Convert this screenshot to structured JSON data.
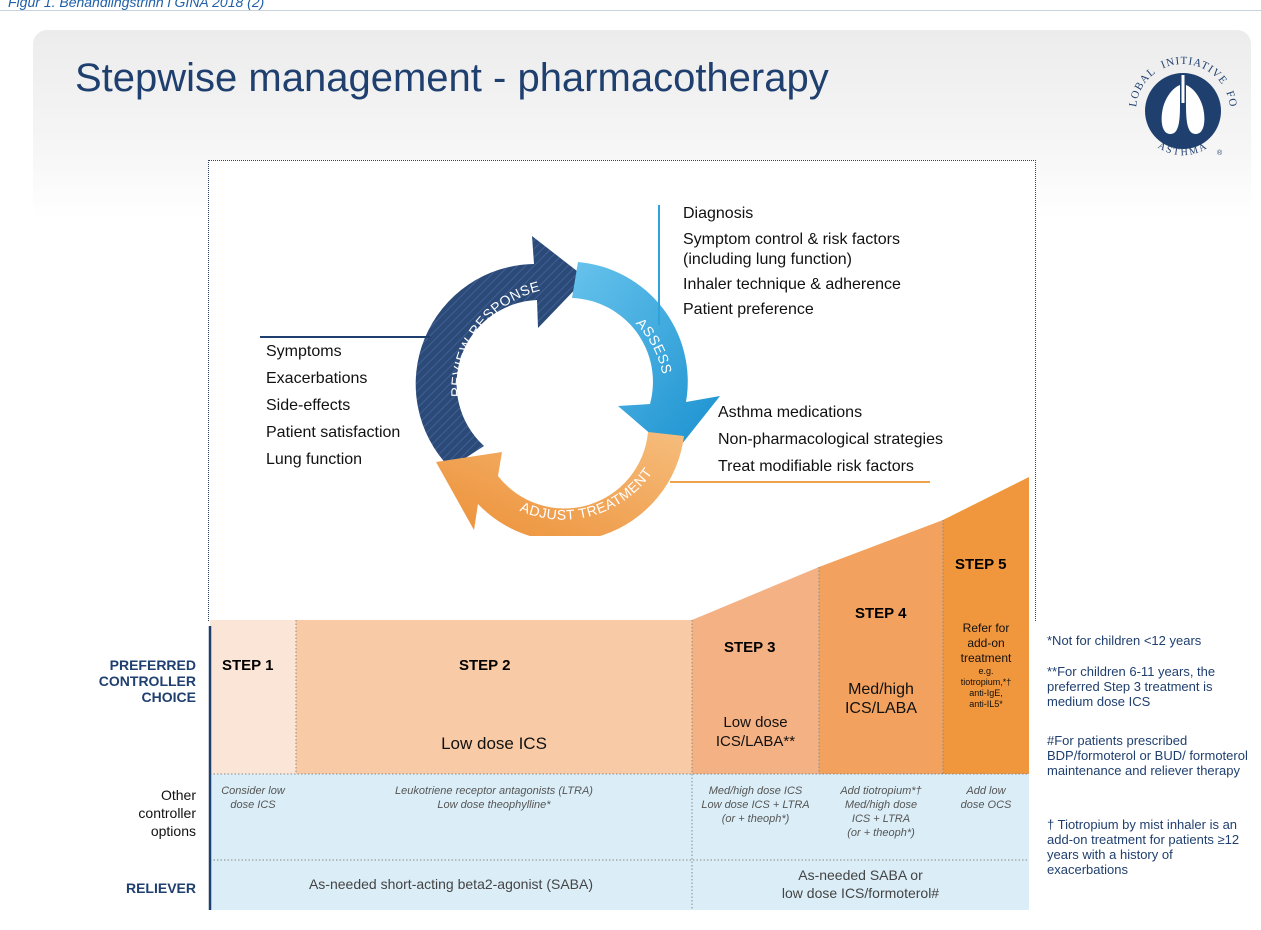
{
  "caption": "Figur 1. Behandlingstrinn i GINA 2018 (2)",
  "title": "Stepwise management - pharmacotherapy",
  "logo": {
    "top": "INITIATIVE",
    "left": "GLOBAL",
    "right": "FOR",
    "bottom": "ASTHMA",
    "mark": "®"
  },
  "cycle": {
    "review": "REVIEW RESPONSE",
    "assess": "ASSESS",
    "adjust": "ADJUST TREATMENT"
  },
  "assess_items": [
    "Diagnosis",
    "Symptom control & risk factors",
    "(including lung function)",
    "Inhaler technique & adherence",
    "Patient preference"
  ],
  "review_items": [
    "Symptoms",
    "Exacerbations",
    "Side-effects",
    "Patient satisfaction",
    "Lung function"
  ],
  "adjust_items": [
    "Asthma medications",
    "Non-pharmacological strategies",
    "Treat modifiable risk factors"
  ],
  "rows": {
    "preferred": [
      "PREFERRED",
      "CONTROLLER",
      "CHOICE"
    ],
    "other": [
      "Other",
      "controller",
      "options"
    ],
    "reliever": "RELIEVER"
  },
  "steps": [
    {
      "label": "STEP 1",
      "preferred": "",
      "other": [
        "Consider low",
        "dose ICS"
      ]
    },
    {
      "label": "STEP 2",
      "preferred": "Low dose ICS",
      "other": [
        "Leukotriene receptor antagonists (LTRA)",
        "Low dose theophylline*"
      ]
    },
    {
      "label": "STEP 3",
      "preferred": [
        "Low dose",
        "ICS/LABA**"
      ],
      "other": [
        "Med/high dose ICS",
        "Low dose ICS + LTRA",
        "(or + theoph*)"
      ]
    },
    {
      "label": "STEP 4",
      "preferred": [
        "Med/high",
        "ICS/LABA"
      ],
      "other": [
        "Add tiotropium*†",
        "Med/high dose",
        "ICS + LTRA",
        "(or + theoph*)"
      ]
    },
    {
      "label": "STEP 5",
      "preferred": [
        "Refer for",
        "add-on",
        "treatment",
        "e.g.",
        "tiotropium,*†",
        "anti-IgE,",
        "anti-IL5*"
      ],
      "other": [
        "Add low",
        "dose OCS"
      ]
    }
  ],
  "reliever": {
    "left": "As-needed short-acting beta2-agonist (SABA)",
    "right_1": "As-needed SABA or",
    "right_2": "low dose ICS/formoterol#"
  },
  "notes": [
    "*Not for children <12 years",
    "**For children 6-11 years, the preferred Step 3 treatment is medium dose ICS",
    "#For patients prescribed BDP/formoterol or BUD/ formoterol maintenance and reliever therapy",
    "† Tiotropium by mist inhaler is an add-on treatment for patients ≥12 years with a history of exacerbations"
  ],
  "colors": {
    "title": "#1f3f6f",
    "navy": "#1f3f6f",
    "blue_arrow": "#2ea3dc",
    "orange_arrow": "#f0a24a",
    "step1": "#fbe5d6",
    "step2": "#f8cba6",
    "step3": "#f4b183",
    "step4": "#f2a25e",
    "step5": "#f0963c",
    "reliever": "#dbeef7"
  }
}
